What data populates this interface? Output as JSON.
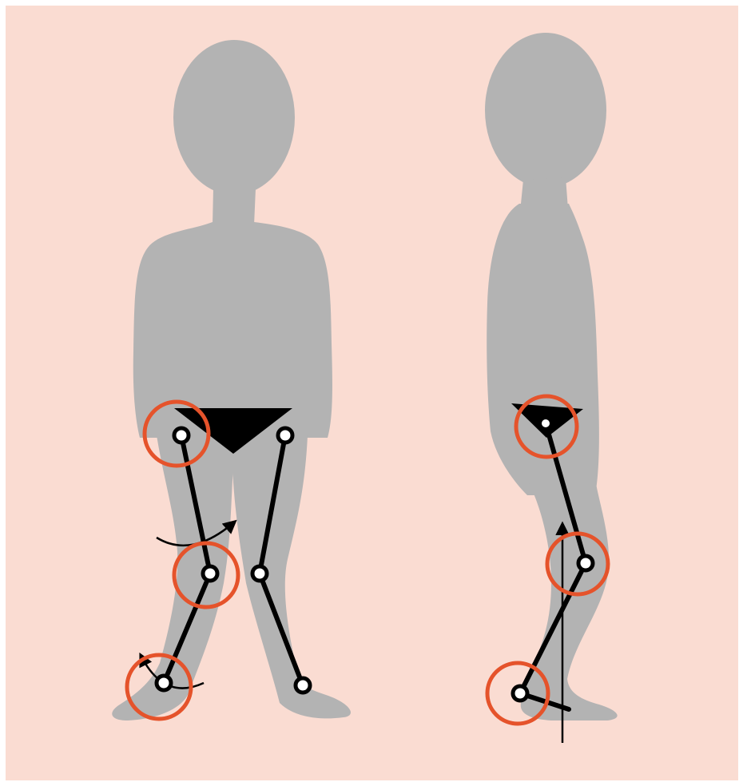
{
  "diagram": {
    "colors": {
      "background": "#fadcd2",
      "frame": "#ffffff",
      "silhouette": "#b3b3b3",
      "skeleton": "#000000",
      "joint_fill": "#ffffff",
      "highlight_ring": "#e5532b"
    },
    "views": [
      {
        "view": "front",
        "highlighted_joints": [
          "hip",
          "knee",
          "ankle"
        ],
        "motion_arrows": [
          "knee-rotation",
          "ankle-rotation"
        ]
      },
      {
        "view": "side",
        "highlighted_joints": [
          "hip",
          "knee",
          "ankle"
        ],
        "motion_arrows": [
          "ground-reaction-vertical"
        ]
      }
    ]
  }
}
